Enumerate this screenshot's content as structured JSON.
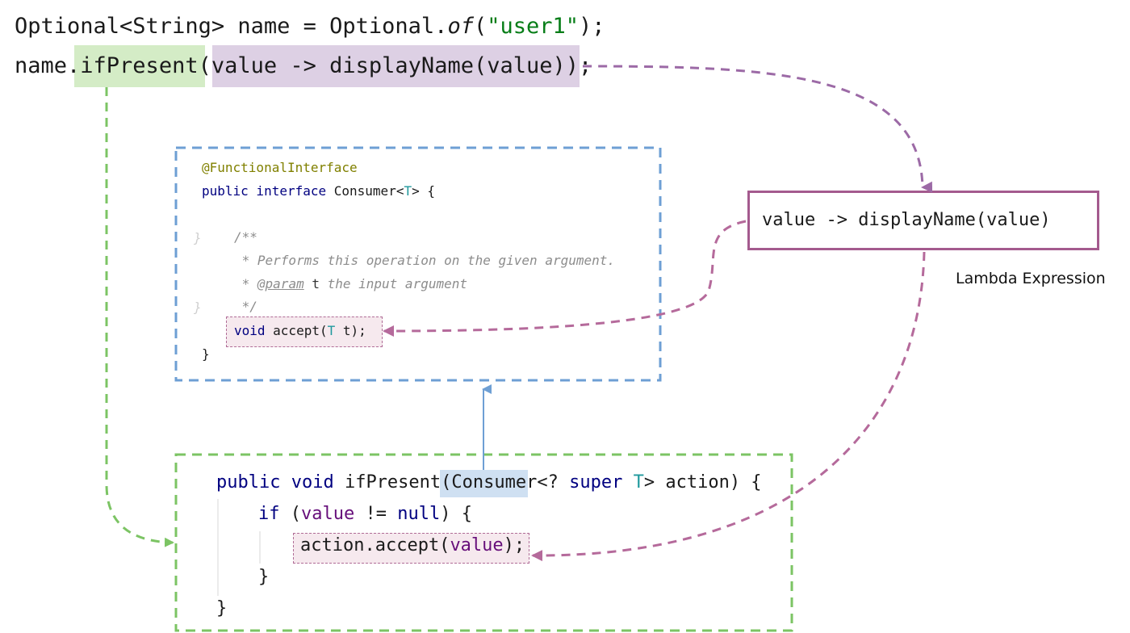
{
  "top_code": {
    "line1": {
      "t1": "Optional<String> name = Optional.",
      "t2": "of",
      "t3": "(",
      "t4": "\"user1\"",
      "t5": ");"
    },
    "line2": {
      "t1": "name.",
      "t2": "ifPresent",
      "t3": "(value -> displayName(value))",
      "t4": ";"
    }
  },
  "consumer_box": {
    "annotation": "@FunctionalInterface",
    "decl": {
      "kw": "public interface",
      "name": " Consumer<",
      "type_param": "T",
      "rest": "> {"
    },
    "javadoc": [
      "/**",
      " * Performs this operation on the given argument.",
      " * ",
      "@param",
      " t",
      " the input argument",
      " */"
    ],
    "method": {
      "kw": "void",
      "name": " accept(",
      "type_param": "T",
      "rest": " t);"
    },
    "close": "}"
  },
  "if_present_box": {
    "line1": {
      "kw": "public void",
      "name": " ifPresent(",
      "consumer": "Consumer",
      "generic": "<? ",
      "super": "super",
      "sp": " ",
      "type_param": "T",
      "rest": "> action) {"
    },
    "line2": {
      "kw": "if",
      "open": " (",
      "value": "value",
      "op": " != ",
      "null": "null",
      "rest": ") {"
    },
    "line3": {
      "pre": "action.accept(",
      "value": "value",
      "rest": ");"
    },
    "line4": "}",
    "line5": "}"
  },
  "lambda_box": {
    "text": "value -> displayName(value)",
    "label": "Lambda Expression"
  },
  "colors": {
    "green_dash": "#7cc464",
    "blue_dash": "#6e9fd4",
    "purple_arrow": "#9c6aa6",
    "pink_arrow": "#b56a9b",
    "lambda_border": "#a45a8e"
  }
}
